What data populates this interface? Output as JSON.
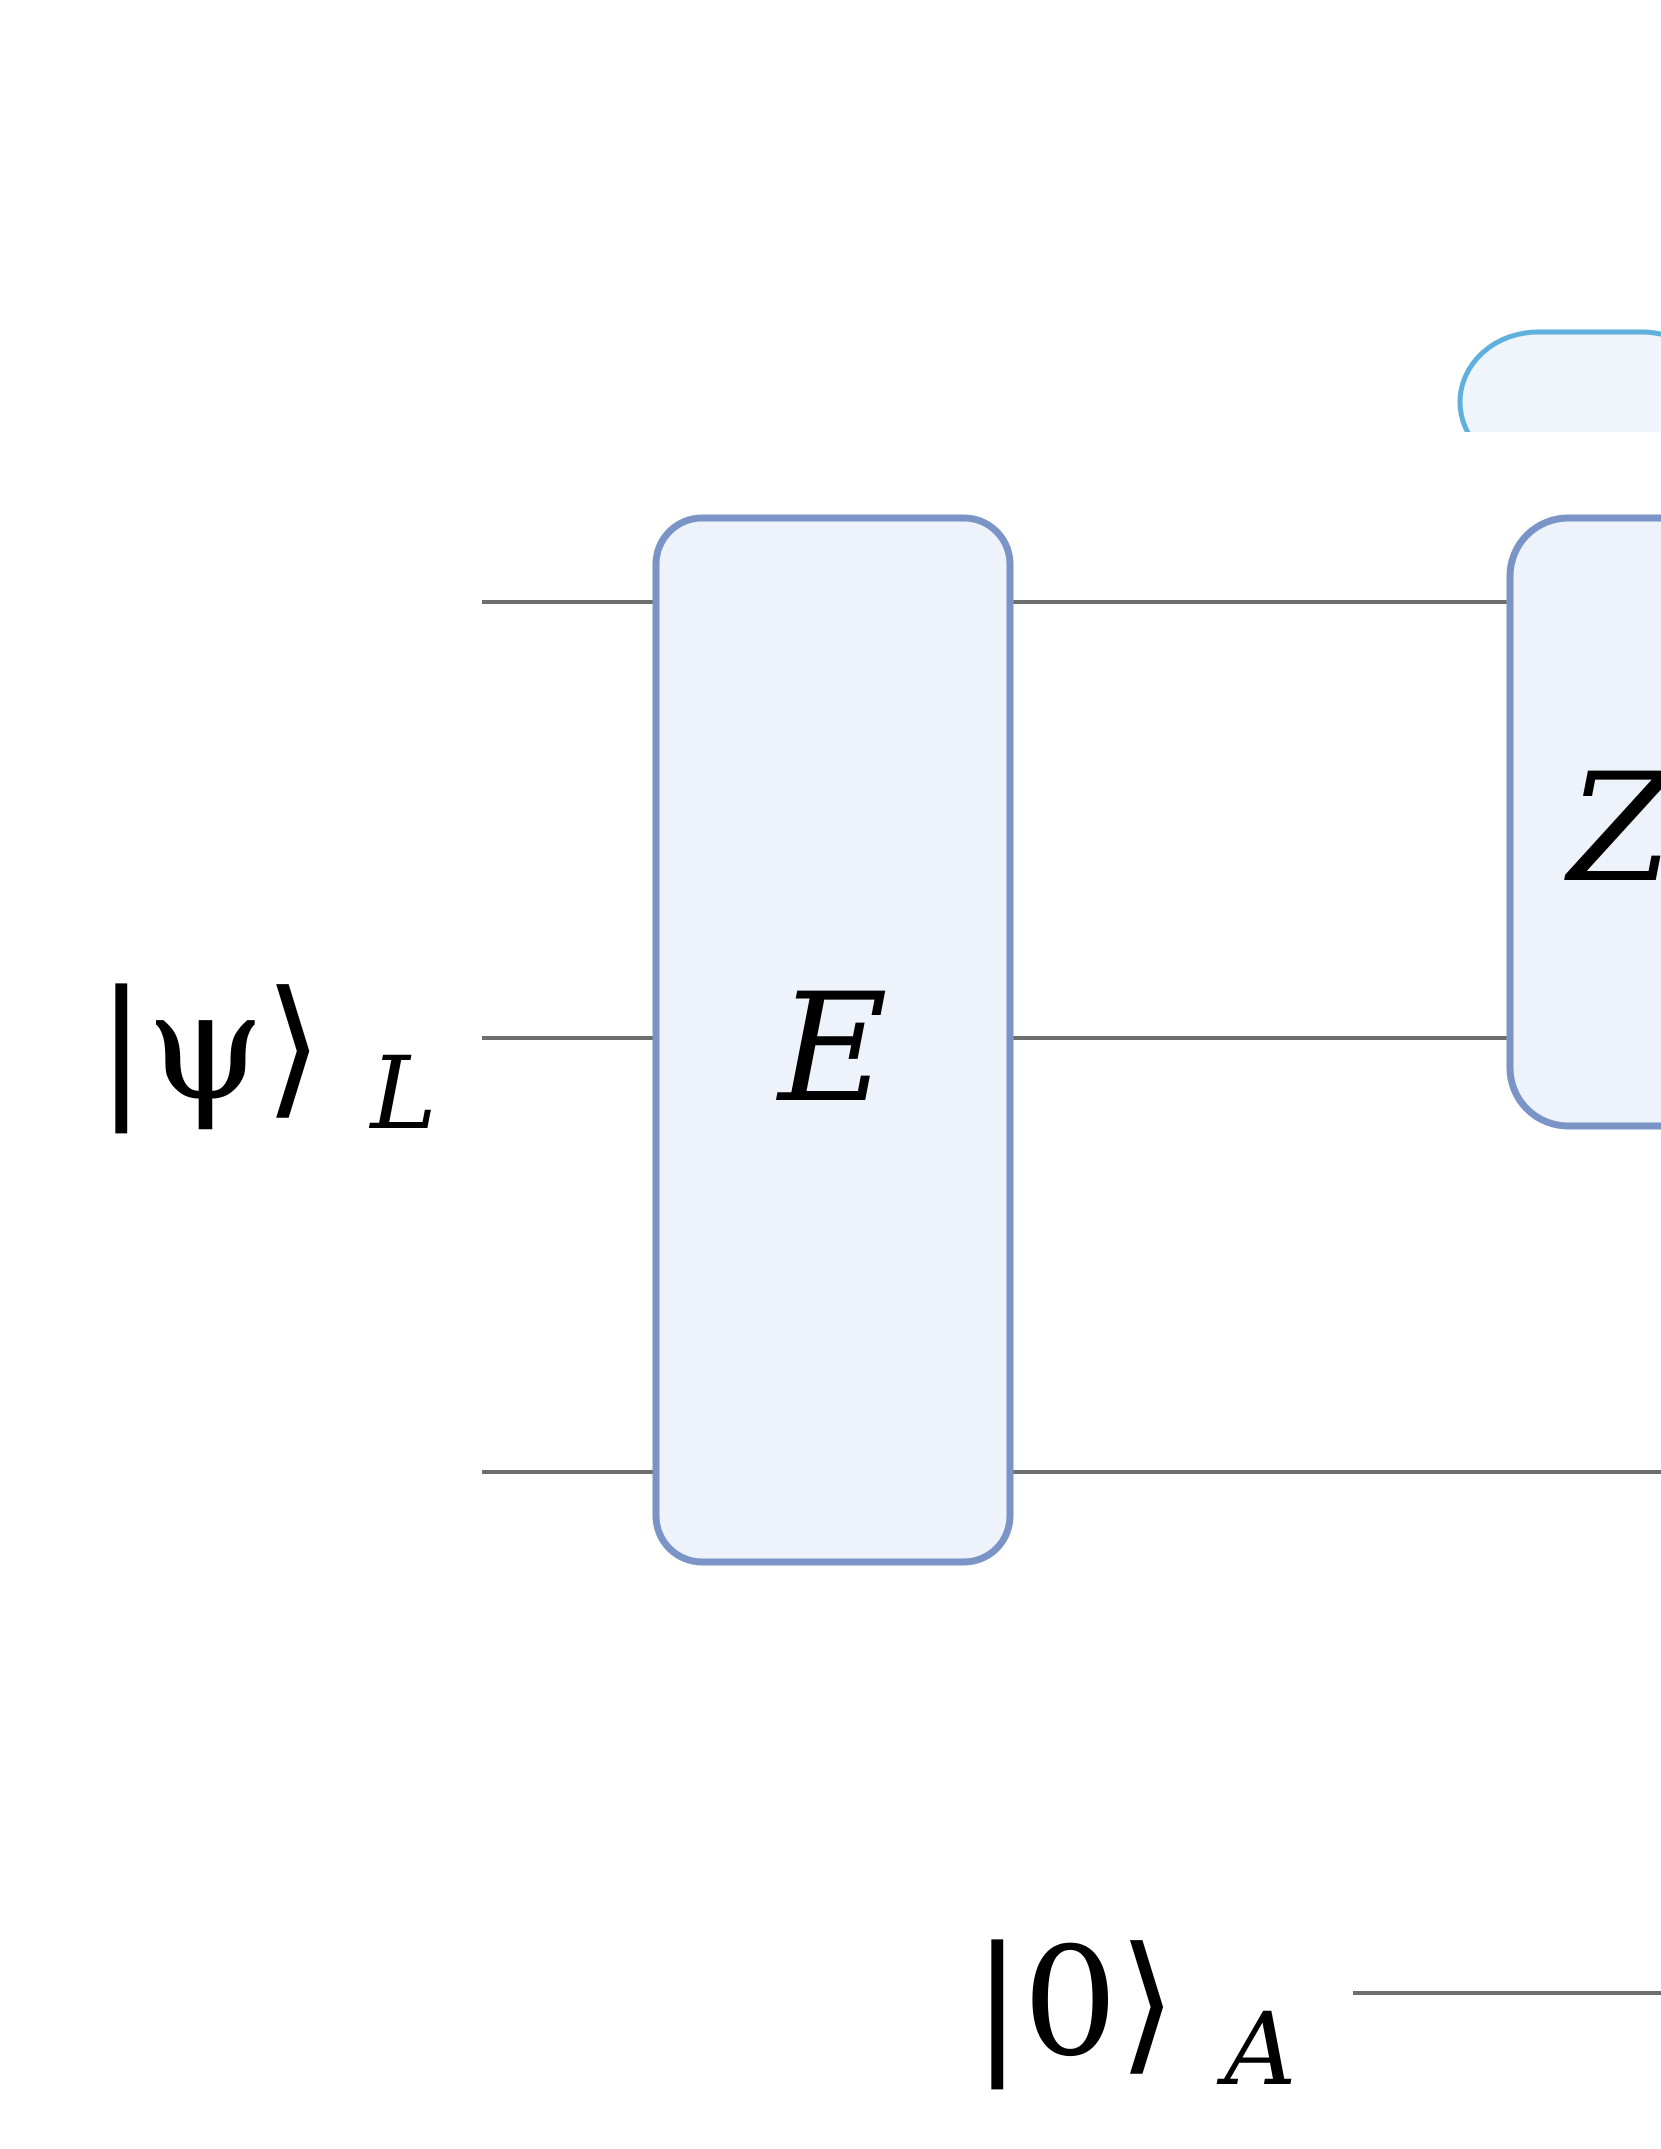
{
  "figure": {
    "inputs": {
      "logical": {
        "ket": "|ψ⟩",
        "subscript": "L"
      },
      "ancilla": {
        "ket": "|0⟩",
        "subscript": "A"
      }
    },
    "gates": {
      "encoder": "E",
      "stabilizer_partial": "Z"
    }
  },
  "colors": {
    "wire": "#6e6e6e",
    "gate_fill": "#eef2fa",
    "gate_stroke": "#7a94c6",
    "group_stroke": "#5fb0dc",
    "text": "#000000"
  }
}
